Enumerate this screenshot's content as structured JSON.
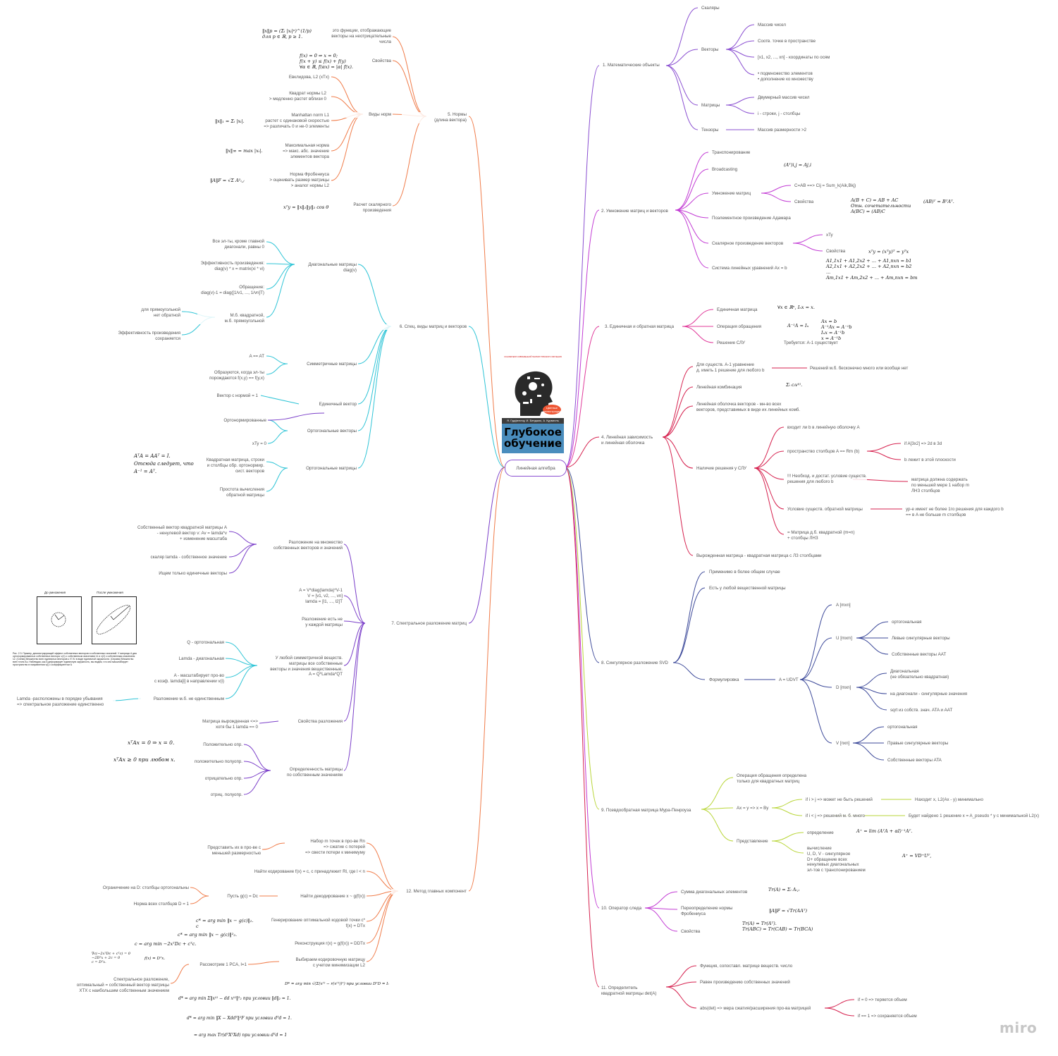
{
  "root": "Линейная алгебра",
  "book": {
    "title": "Глубокое обучение",
    "authors": "Я. Гудфеллоу, И. Бенджио, А. Курвилль",
    "badge": "Цветные иллюстрации",
    "top_text": "ОСНОВАТЕЛИ СОВРЕМЕННОЙ ТЕОРИИ ГЛУБОКОГО ОБУЧЕНИЯ"
  },
  "colors": {
    "purple": "#8a4fd1",
    "magenta": "#c23bd4",
    "pink": "#e0399a",
    "crimson": "#d6224f",
    "navy": "#3d4a9a",
    "lime": "#b9d63a",
    "orange": "#f07c4a",
    "cyan": "#2ec4d6",
    "violet": "#7b3fc9"
  },
  "right": {
    "b1": {
      "title": "1. Математические объекты",
      "scalars": "Скаляры",
      "vectors": "Векторы",
      "v1": "Массив чисел",
      "v2": "Соотв. точке в пространстве",
      "v3": "[x1, x2, ..., xn] - координаты по осям",
      "v4": "•  подмножество элементов\n•  дополнение ко множеству",
      "matrices": "Матрицы",
      "m1": "Двумерный массив чисел",
      "m2": "i - строки, j - столбцы",
      "tensors": "Тензоры",
      "t1": "Массив размерности >2"
    },
    "b2": {
      "title": "2. Умножение матриц и векторов",
      "transpose": "Транспонирование",
      "broadcasting": "Broadcasting",
      "matmul": "Умножение матриц",
      "mm1": "C=AB ==> Cij = Sum_k(Aik,Bkj)",
      "mm2": "Свойства",
      "props": "A(B + C) = AB + AC\nОтн. сочетательности\nA(BC) = (AB)C",
      "transpose_prop": "(AB)ᵀ = BᵀAᵀ.",
      "hadamard": "Поэлементное произведение Адамара",
      "dot": "Скалярное произведение векторов",
      "d1": "xTy",
      "d2": "Свойства",
      "dot_prop": "xᵀy = (xᵀy)ᵀ = yᵀx",
      "sle": "Система линейных уравнений Ax = b",
      "sle_formula": "A1,1x1 + A1,2x2 + ... + A1,nxn = b1\nA2,1x1 + A2,2x2 + ... + A2,nxn = b2\n...\nAm,1x1 + Am,2x2 + ... + Am,nxn = bm",
      "transpose_formula": "(Aᵀ)i,j = Aj,i"
    },
    "b3": {
      "title": "3. Единичная и обратная матрица",
      "identity": "Единичная матрица",
      "identity_f": "∀x ∈ ℝⁿ, Iₙx = x.",
      "inverse": "Операция обращения",
      "inverse_f": "A⁻¹A = Iₙ",
      "slu": "Решение СЛУ",
      "slu_f": "Ax = b\nA⁻¹Ax = A⁻¹b\nIₙx = A⁻¹b\nx = A⁻¹b",
      "slu_note": "Требуется: A-1 существует"
    },
    "b4": {
      "title": "4. Линейная зависимость\nи линейная оболочка",
      "n1": "Для существ. A-1 уравнение\nд. иметь 1 решение для любого b",
      "n1a": "Решений м.б. бесконечно много или вообще нет",
      "n2": "Линейная комбинация",
      "n2f": "Σᵢ cᵢv⁽ⁱ⁾.",
      "n3": "Линейная оболочка векторов - мн-во всех\nвекторов, представимых в виде их линейных комб.",
      "n4": "Наличие решения у СЛУ",
      "s1": "входит ли b в линейную оболочку A",
      "s2": "пространство столбцов A == Rm (b)",
      "s2a": "if A[3x2] => 2d в 3d",
      "s2b": "b лежит в этой плоскости",
      "s3": "!!! Необход. и достат. условие существ.\nрешения для любого b",
      "s3a": "матрица должна содержать\nпо меньшей мере 1 набор m\nЛНЗ столбцов",
      "s4": "Условие существ. обратной матрицы",
      "s4a": "ур-е имеет не более 1го решения для каждого b\n== в A не больше m столбцов",
      "s5": "= Матрица д.б. квадратной (m=n)\n+ столбцы ЛНЗ",
      "n5": "Вырожденная матрица - квадратная матрица с ЛЗ столбцами"
    },
    "b8": {
      "title": "8. Сингулярное разложение SVD",
      "a1": "Применимо в более общем случае",
      "a2": "Есть у любой вещественной матрицы",
      "f": "Формулировка",
      "udv": "A = UDVT",
      "A": "A [mxn]",
      "U": "U [mxm]",
      "u1": "ортогональная",
      "u2": "Левые сингулярные векторы",
      "u3": "Собственные векторы AAT",
      "D": "D [mxn]",
      "d1": "Диагональная\n(не обязательно квадратная)",
      "d2": "на диагонали - сингулярные значения",
      "d3": "sqrt из собств. знач. ATA и AAT",
      "V": "V [nxn]",
      "vv1": "ортогональная",
      "vv2": "Правые сингулярные векторы",
      "vv3": "Собственные векторы ATA"
    },
    "b9": {
      "title": "9. Псевдообратная матрица Мура-Пенроуза",
      "p1": "Операция обращения определена\nтолько для квадратных матриц",
      "p2": "Ax = y => x = By",
      "p2a": "if i > j => может не быть решений",
      "p2aa": "Находит x, L2(Ax - y) минимально",
      "p2b": "if i < j => решений м. б. много",
      "p2bb": "Будет найдено 1 решение x = A_pseudo * y с минимальной L2(x)",
      "p3": "Представление",
      "p3a": "определение",
      "p3af": "A⁺ = lim (AᵀA + αI)⁻¹Aᵀ.",
      "p3b": "вычисление\nU, D, V - сингулярное\nD+ обращение всех\nненулевых диагональных\nэл-тов с транспонированием",
      "p3bf": "A⁺ = VD⁺Uᵀ,"
    },
    "b10": {
      "title": "10. Оператор следа",
      "t1": "Сумма диагональных элементов",
      "t1f": "Tr(A) = Σᵢ Aᵢ,ᵢ",
      "t2": "Переопределение нормы\nФробениуса",
      "t2f": "‖A‖F = √Tr(AAᵀ)",
      "t3": "Свойства",
      "t3f": "Tr(A) = Tr(Aᵀ).\nTr(ABC) = Tr(CAB) = Tr(BCA)"
    },
    "b11": {
      "title": "11. Определитель\nквадратной матрицы det(A)",
      "q1": "Функция, сопоставл. матрице веществ. число",
      "q2": "Равен произведению собственных значений",
      "q3": "abs(det) => мера сжатия/расширения про-ва матрицей",
      "q3a": "if = 0 => теряется объем",
      "q3b": "if == 1 => сохраняется объем"
    }
  },
  "left": {
    "b5": {
      "title": "5. Нормы\n(длина вектора)",
      "n1": "это функции, отображающие\nвекторы на неотрицательные\nчисла",
      "n1f": "‖x‖p = (Σᵢ |xᵢ|ᵖ)^(1/p)\nдля p ∈ ℝ, p ≥ 1.",
      "n2": "Свойства",
      "n2f": "f(x) = 0 ⇒ x = 0;\nf(x + y) ≤ f(x) + f(y)\n∀α ∈ ℝ, f(αx) = |α| f(x).",
      "types": "Виды норм",
      "k1": "Евклидова, L2 (xTx)",
      "k2": "Квадрат нормы L2\n> медленно растет вблизи 0",
      "k3": "Manhattan norm L1\nрастет с одинаковой скоростью\n=> различать 0 и не-0 элементы",
      "k3f": "‖x‖₁ = Σᵢ |xᵢ|.",
      "k4": "Максимальная норма\n=> макс. абс. значение\nэлементов вектора",
      "k4f": "‖x‖∞ = max |xᵢ|.",
      "k5": "Норма Фробениуса\n> оценивать размер матрицы\n> аналог нормы L2",
      "k5f": "‖A‖F = √Σ A²ᵢ,ⱼ",
      "dotcalc": "Расчет скалярного\nпроизведения",
      "dotf": "xᵀy = ‖x‖₂‖y‖₂ cos θ"
    },
    "b6": {
      "title": "6. Спец. виды матриц и векторов",
      "diag": "Диагональные матрицы\ndiag(v)",
      "g1": "Все эл-ты, кроме главной\nдиагонали, равны 0",
      "g2": "Эффективность произведения:\ndiag(v) * x = matrix(xi * vi)",
      "g3": "Обращение:\ndiag(v)-1 = diag([1/v1, ..., 1/vn]T)",
      "g4": "М.б. квадратной,\nм.б. прямоугольной",
      "g4a": "для прямоугольной\nнет обратной",
      "g4b": "Эффективность произведения\nсохраняется",
      "sym": "Симметричные матрицы",
      "sy1": "A == AT",
      "sy2": "Образуются, когда эл-ты\nпорождаются f(x,y) == f(y,x)",
      "unit": "Единичный вектор",
      "un1": "Вектор с нормой = 1",
      "orthv": "Ортогональные векторы",
      "ov1": "Ортонормированные",
      "ov2": "xTy = 0",
      "orthm": "Ортогональные матрицы",
      "om1": "Квадратная матрица, строки\nи столбцы обр. ортонормир.\nсист. векторов",
      "om1f": "AᵀA = AAᵀ = I.\nОтсюда следует, что\nA⁻¹ = Aᵀ.",
      "om2": "Простота вычисления\nобратной матрицы"
    },
    "b7": {
      "title": "7. Спектральное разложение матриц",
      "e1": "Разложение на множество\nсобственных векторов и значений",
      "e1a": "Собственный вектор квадратной матрицы A\n- ненулевой вектор v: Av = lamda*v\n+ изменение масштаба",
      "e1b": "скаляр lamda - собственное значение",
      "e1c": "Ищем только единичные векторы",
      "e2": "A = V*diag(lamda)*V-1\nV = [v1, v2, ..., vn]\nlamda = [l1, ..., l2]T",
      "e3": "Разложение есть не\nу каждой матрицы",
      "e4": "У любой симметричной веществ.\nматрицы все собственные\nвекторы и значения вещественные.\nA = Q*Lamda*QT",
      "e4a": "Q - ортогональная",
      "e4b": "Lamda - диагональная",
      "e4c": "A - масштабирует про-во\nс коэф. lamda[i] в направлении v(i)",
      "e4d": "Разложение м.б. не единственным",
      "e4e": "Lamda -расположены в порядке убывания\n=> спектральное разложение единственно",
      "e5": "Свойства разложения",
      "e5a": "Матрица вырожденная <=>\nхотя бы 1 lamda == 0",
      "e6": "Определенность матрицы\nпо собственным значениям",
      "e6a": "Положительно опр.",
      "e6af": "xᵀAx = 0 ⇒ x = 0.",
      "e6b": "положительно полуопр.",
      "e6bf": "xᵀAx ≥ 0 при любом x.",
      "e6c": "отрицательно опр.",
      "e6d": "отриц. полуопр.",
      "plot1": "До умножения",
      "plot2": "После умножения",
      "caption": "Рис. 2.3. Пример, демонстрирующий эффект собственных векторов и собственных значений. У матрицы A два ортонормированных собственных вектора: v(1) с собственным значением λ1 и v(2) с собственным значением λ2. (Слева) Множество всех единичных векторов u ∈ ℝ² в виде единичной окружности. (Справа) Множество всех точек Au. Наблюдая, как A деформирует единичную окружность, мы видим, что она масштабирует пространство в направлении v(i) с коэффициентом λi"
    },
    "b12": {
      "title": "12. Метод главных компонент",
      "c1": "Набор m точек в про-ве Rn\n=> сжатие с потерей\n=> свести потери к минимуму",
      "c1a": "Представить их в про-ве с\nменьшей размерностью",
      "c2": "Найти кодирование f(x) = c, c принадлежит Rl, где l < n",
      "c3": "Найти декодирование x ~ g(f(x))",
      "c3a": "Пусть g(c) = Dc",
      "c3a1": "Ограничение на D: столбцы ортогональны",
      "c3a2": "Норма всех столбцов D = 1",
      "c4": "Генерирование оптимальной кодовой точки c*\nf(x) = DTx",
      "c4f": "c* = arg min ‖x − g(c)‖₂.\n       c",
      "c4f2": "c* = arg min ‖x − g(c)‖²₂.",
      "c4f3": "c = arg min −2xᵀDc + cᵀc.",
      "c5": "Реконструкция r(x) = g(f(x)) = DDTx",
      "c6": "Выбираем кодировочную матрицу\nс учетом минимизации L2",
      "c6f": "D* = arg min √(Σ(x⁽ⁱ⁾ − r(x⁽ⁱ⁾))²) при условии DᵀD = Iₗ",
      "c7": "Рассмотрим 1 PCA, l=1",
      "c7f0": "∇c(−2xᵀDc + cᵀc) = 0\n−2Dᵀx + 2c = 0\nc = Dᵀx.",
      "c7f0b": "f(x) = Dᵀx.",
      "c7a": "Спектральное разложение,\nоптимальный = собственный вектор матрицы\nXTX с наибольшим собственным значением",
      "c7f1": "d* = arg min Σ‖x⁽ⁱ⁾ − dd x⁽ⁱ⁾‖²₂ при условии ‖d‖₂ = 1.",
      "c7f2": "d* = arg min ‖X − Xddᵀ‖²F при условии dᵀd = 1.",
      "c7f3": "= arg max Tr(dᵀXᵀXd) при условии dᵀd = 1"
    }
  },
  "watermark": "miro"
}
